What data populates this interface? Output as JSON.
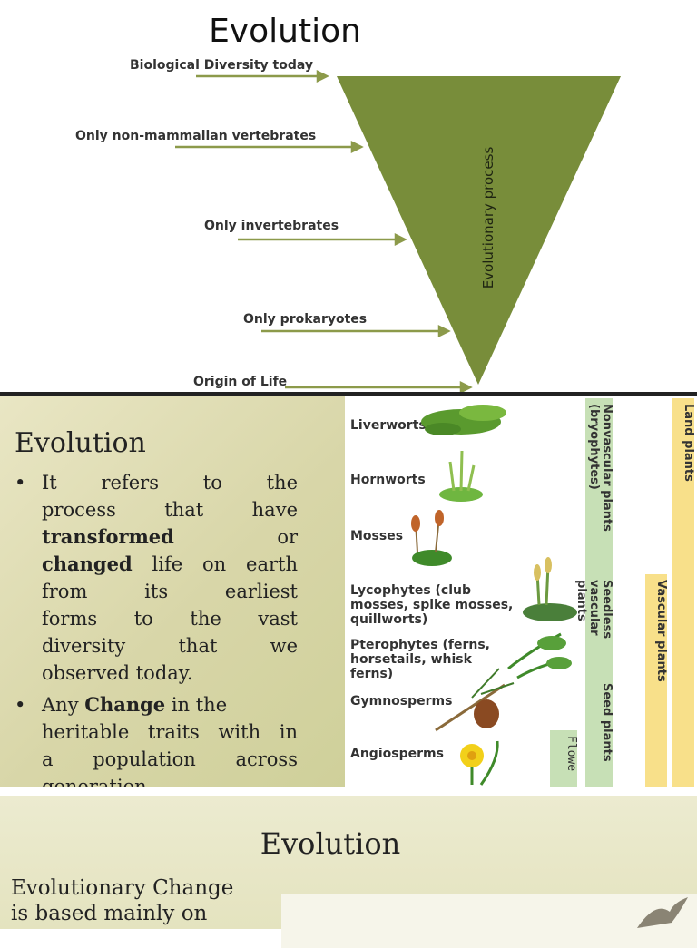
{
  "diagram": {
    "title": "Evolution",
    "triangle_label": "Evolutionary process",
    "levels": [
      "Biological Diversity today",
      "Only non-mammalian vertebrates",
      "Only invertebrates",
      "Only prokaryotes",
      "Origin of Life"
    ],
    "colors": {
      "triangle": "#788d3a",
      "arrow": "#8c9a4a"
    }
  },
  "slide1": {
    "title": "Evolution",
    "bullet_glyph": "•",
    "p1": {
      "l1": "It refers to the",
      "l2": "process that have",
      "l3a": "transformed",
      "l3b": "or",
      "l4a": "changed",
      "l4b": " life on earth",
      "l5": "from its earliest",
      "l6": "forms to the vast",
      "l7": "diversity that we",
      "l8": "observed today."
    },
    "p2": {
      "l1a": "Any ",
      "l1b": "Change",
      "l1c": " in the",
      "l2": "heritable traits with in",
      "l3": "a population across",
      "l4": "generation"
    }
  },
  "plants": {
    "items": [
      {
        "label": "Liverworts"
      },
      {
        "label": "Hornworts"
      },
      {
        "label": "Mosses"
      },
      {
        "label": "Lycophytes (club mosses, spike mosses, quillworts)"
      },
      {
        "label": "Pterophytes (ferns, horsetails, whisk ferns)"
      },
      {
        "label": "Gymnosperms"
      },
      {
        "label": "Angiosperms"
      }
    ],
    "groups": {
      "nonvascular": "Nonvascular plants (bryophytes)",
      "seedless": "Seedless vascular plants",
      "seed": "Seed plants",
      "flower": "Flowe",
      "vascular": "Vascular plants",
      "land": "Land plants"
    },
    "colors": {
      "green_box": "#c7e0b6",
      "yellow_box": "#f8e08a"
    }
  },
  "slide2": {
    "title": "Evolution",
    "text_l1": "Evolutionary Change",
    "text_l2": "is based mainly on"
  }
}
